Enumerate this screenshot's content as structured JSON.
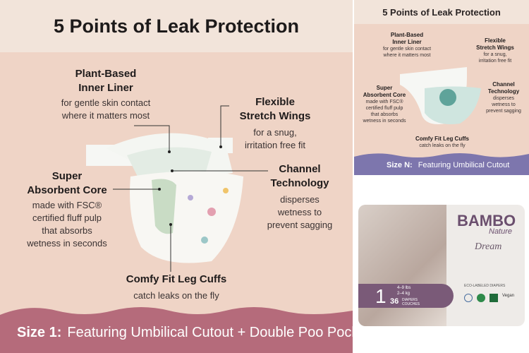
{
  "main": {
    "title": "5 Points of Leak Protection",
    "features": [
      {
        "title1": "Plant-Based",
        "title2": "Inner Liner",
        "desc1": "for gentle skin contact",
        "desc2": "where it matters most"
      },
      {
        "title1": "Flexible",
        "title2": "Stretch Wings",
        "desc1": "for a snug,",
        "desc2": "irritation free fit"
      },
      {
        "title1": "Super",
        "title2": "Absorbent Core",
        "desc1": "made with FSC®",
        "desc2": "certified fluff pulp",
        "desc3": "that absorbs",
        "desc4": "wetness in seconds"
      },
      {
        "title1": "Channel",
        "title2": "Technology",
        "desc1": "disperses",
        "desc2": "wetness to",
        "desc3": "prevent sagging"
      },
      {
        "title1": "Comfy Fit Leg Cuffs",
        "desc1": "catch leaks on the fly"
      }
    ],
    "size_label": "Size 1:",
    "size_text": "Featuring Umbilical Cutout + Double Poo Pockets"
  },
  "side": {
    "title": "5 Points of Leak Protection",
    "size_label": "Size N:",
    "size_text": "Featuring Umbilical Cutout"
  },
  "pack": {
    "brand": "BAMBO",
    "sub": "Nature",
    "line": "Dream",
    "size": "1",
    "weight1": "4–9 lbs",
    "weight2": "2–4 kg",
    "count": "36",
    "count_label1": "DIAPERS",
    "count_label2": "COUCHES",
    "eco": "ECO-LABELED DIAPERS",
    "vegan": "Vegan"
  },
  "colors": {
    "peach": "#efd4c6",
    "rose_band": "#b56b7b",
    "lavender_band": "#7d76ad",
    "brand_purple": "#6b4f6e"
  }
}
